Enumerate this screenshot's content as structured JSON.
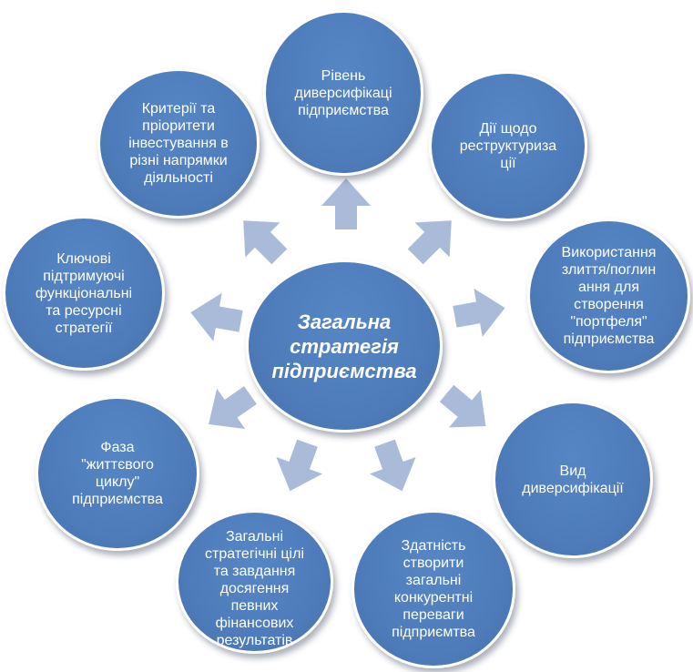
{
  "center": {
    "label": "Загальна\nстратегія\nпідприємства"
  },
  "nodes": [
    {
      "id": "diversification-level",
      "label": "Рівень\nдиверсифікаці\nпідприємства"
    },
    {
      "id": "restructuring",
      "label": "Дії щодо\nреструктуриза\nції"
    },
    {
      "id": "mergers",
      "label": "Використання\nзлиття/поглин\nання для\nстворення\n\"портфеля\"\nпідприємства"
    },
    {
      "id": "diversification-type",
      "label": "Вид\nдиверсифікації"
    },
    {
      "id": "competitive-advantage",
      "label": "Здатність\nстворити\nзагальні\nконкурентні\nпереваги\nпідприємтва"
    },
    {
      "id": "goals",
      "label": "Загальні\nстратегічні цілі\nта завдання\nдосягення\nпевних\nфінансових\nрезультатів"
    },
    {
      "id": "lifecycle",
      "label": "Фаза\n\"життєвого\nциклу\"\nпідприємства"
    },
    {
      "id": "functional-strategies",
      "label": "Ключові\nпідтримуючі\nфункціональні\nта ресурсні\nстратегії"
    },
    {
      "id": "investment-criteria",
      "label": "Критерії та\nпріоритети\nінвестування в\nрізні напрямки\nдіяльності"
    }
  ],
  "colors": {
    "node_fill": "#4f7dbb",
    "node_border": "#ffffff",
    "arrow_fill": "#a9bbd8",
    "text": "#ffffff"
  }
}
